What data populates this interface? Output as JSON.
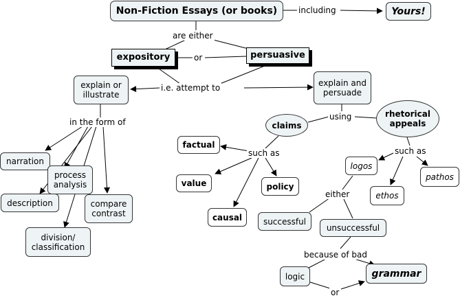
{
  "nodes": {
    "nonfiction": "Non-Fiction Essays (or books)",
    "yours": "Yours!",
    "expository": "expository",
    "persuasive": "persuasive",
    "explain_illustrate": "explain or\nillustrate",
    "explain_persuade": "explain and\npersuade",
    "claims": "claims",
    "rhetorical_appeals": "rhetorical\nappeals",
    "narration": "narration",
    "process_analysis": "process\nanalysis",
    "description": "description",
    "compare_contrast": "compare\ncontrast",
    "division_classification": "division/\nclassification",
    "factual": "factual",
    "value": "value",
    "policy": "policy",
    "causal": "causal",
    "logos": "logos",
    "pathos": "pathos",
    "ethos": "ethos",
    "successful": "successful",
    "unsuccessful": "unsuccessful",
    "logic": "logic",
    "grammar": "grammar"
  },
  "links": {
    "including": "including",
    "are_either": "are either",
    "or_top": "or",
    "ie_attempt_to": "i.e. attempt to",
    "in_the_form_of": "in the form of",
    "using": "using",
    "such_as_claims": "such as",
    "such_as_appeals": "such as",
    "either": "either",
    "because_of_bad": "because of bad",
    "or_bottom": "or"
  }
}
